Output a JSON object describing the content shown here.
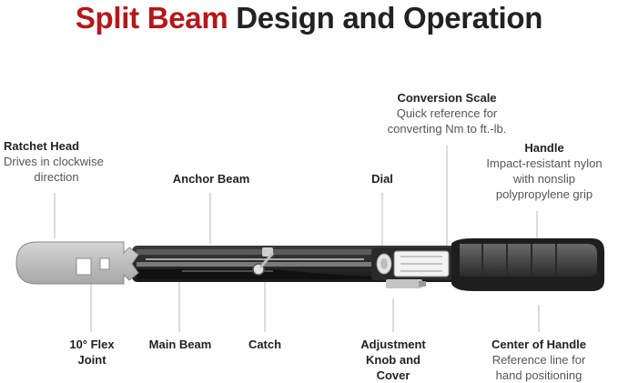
{
  "title": {
    "accent": "Split Beam",
    "rest": " Design and Operation",
    "accent_color": "#b8161a"
  },
  "labels": {
    "ratchet_head": {
      "title": "Ratchet Head",
      "desc_1": "Drives in clockwise",
      "desc_2": "direction"
    },
    "anchor_beam": {
      "title": "Anchor Beam"
    },
    "conversion_scale": {
      "title": "Conversion Scale",
      "desc_1": "Quick reference for",
      "desc_2": "converting Nm to ft.-lb."
    },
    "dial": {
      "title": "Dial"
    },
    "handle": {
      "title": "Handle",
      "desc_1": "Impact-resistant nylon",
      "desc_2": "with nonslip",
      "desc_3": "polypropylene grip"
    },
    "flex_joint": {
      "title_1": "10° Flex",
      "title_2": "Joint"
    },
    "main_beam": {
      "title": "Main Beam"
    },
    "catch": {
      "title": "Catch"
    },
    "adjustment_knob": {
      "title_1": "Adjustment",
      "title_2": "Knob and",
      "title_3": "Cover"
    },
    "center_of_handle": {
      "title": "Center of Handle",
      "desc_1": "Reference line for",
      "desc_2": "hand positioning"
    }
  }
}
